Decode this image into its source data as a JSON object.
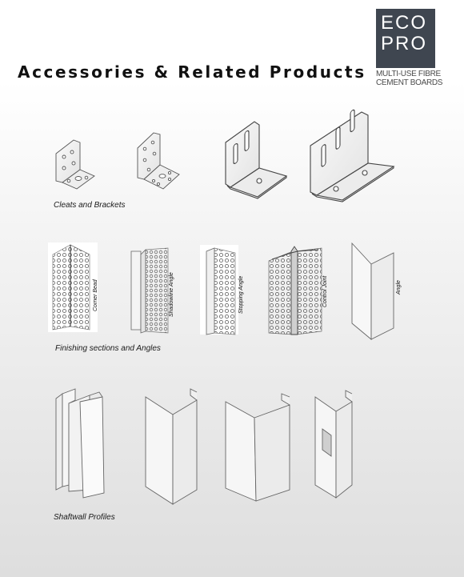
{
  "page": {
    "title": "Accessories & Related Products"
  },
  "logo": {
    "line1": "ECO",
    "line2": "PRO",
    "tagline1": "MULTI-USE FIBRE",
    "tagline2": "CEMENT BOARDS",
    "box_color": "#3f4650"
  },
  "sections": {
    "cleats": {
      "caption": "Cleats and Brackets"
    },
    "finishing": {
      "caption": "Finishing sections and Angles",
      "items": [
        {
          "label": "Corner Bead"
        },
        {
          "label": "Shadowline Angle"
        },
        {
          "label": "Stopping Angle"
        },
        {
          "label": "Control Joint"
        },
        {
          "label": "Angle"
        }
      ]
    },
    "shaftwall": {
      "caption": "Shaftwall Profiles"
    }
  }
}
